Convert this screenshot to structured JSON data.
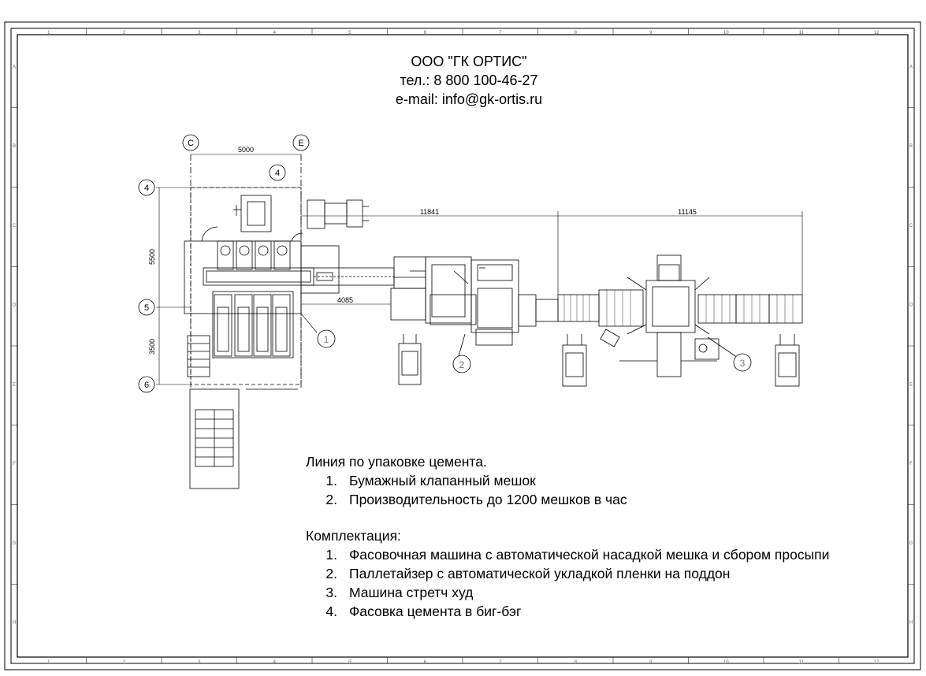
{
  "header": {
    "company": "ООО \"ГК ОРТИС\"",
    "phone": "тел.: 8 800 100-46-27",
    "email": "e-mail: info@gk-ortis.ru"
  },
  "description": {
    "title": "Линия по упаковке цемента.",
    "items": [
      {
        "num": "1.",
        "text": "Бумажный клапанный мешок"
      },
      {
        "num": "2.",
        "text": "Производительность до 1200 мешков в час"
      }
    ]
  },
  "equipment": {
    "title": "Комплектация:",
    "items": [
      {
        "num": "1.",
        "text": "Фасовочная машина с автоматической насадкой мешка и сбором просыпи"
      },
      {
        "num": "2.",
        "text": "Паллетайзер с автоматической укладкой пленки на поддон"
      },
      {
        "num": "3.",
        "text": "Машина стретч худ"
      },
      {
        "num": "4.",
        "text": "Фасовка цемента в биг-бэг"
      }
    ]
  },
  "drawing": {
    "axes": {
      "c": "C",
      "e": "E",
      "four": "4",
      "five": "5",
      "six": "6",
      "a": "4"
    },
    "dimensions": {
      "width_top": "5000",
      "height_a": "5500",
      "height_b": "3500",
      "span_1": "11841",
      "span_2": "11145",
      "span_3": "4085"
    },
    "callouts": {
      "c1": "1",
      "c2": "2",
      "c3": "3"
    }
  },
  "frame": {
    "top_ticks": [
      "1",
      "2",
      "3",
      "4",
      "5",
      "6",
      "7",
      "8",
      "9",
      "10",
      "11",
      "12"
    ],
    "side_ticks": [
      "A",
      "B",
      "C",
      "D",
      "E",
      "F",
      "G",
      "H"
    ]
  }
}
